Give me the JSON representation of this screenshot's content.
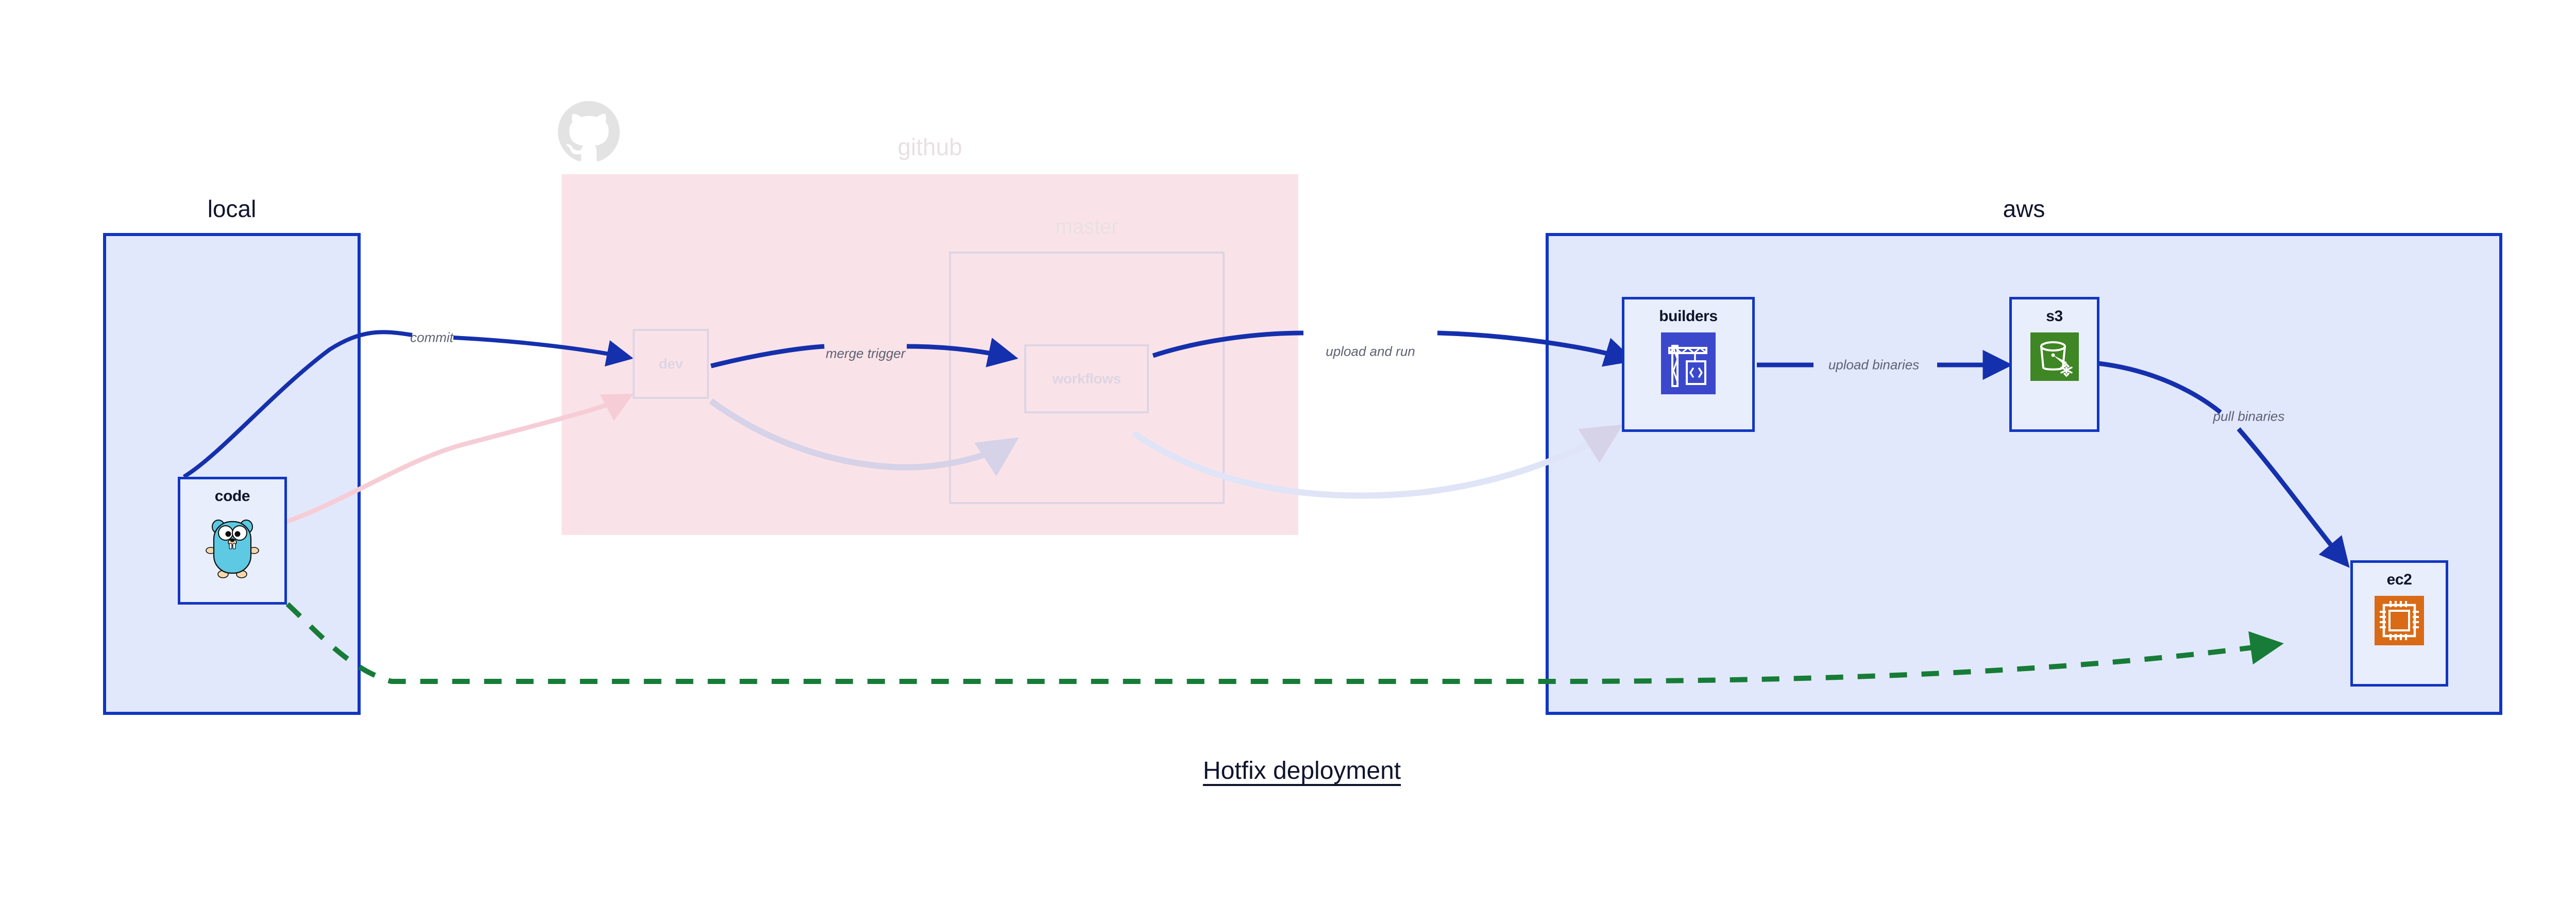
{
  "title": "Hotfix deployment",
  "colors": {
    "group_border": "#1136c2",
    "group_fill": "#e2e8fb",
    "dim_group_fill": "#fae3e8",
    "edge": "#1530ad",
    "edge_label": "#5d6272",
    "hotfix_edge": "#167c37",
    "builders_icon_bg": "#3b48cc",
    "s3_icon_bg": "#3f8624",
    "ec2_icon_bg": "#d96a16",
    "gopher_body": "#5dc9e2",
    "text": "#10142c"
  },
  "groups": [
    {
      "id": "local",
      "label": "local",
      "dimmed": false
    },
    {
      "id": "github",
      "label": "github",
      "dimmed": true
    },
    {
      "id": "master",
      "label": "master",
      "dimmed": true
    },
    {
      "id": "aws",
      "label": "aws",
      "dimmed": false
    }
  ],
  "nodes": [
    {
      "id": "code",
      "label": "code",
      "icon": "go-gopher-icon",
      "group": "local",
      "dimmed": false
    },
    {
      "id": "dev",
      "label": "dev",
      "icon": "none",
      "group": "github",
      "dimmed": true
    },
    {
      "id": "workflows",
      "label": "workflows",
      "icon": "none",
      "group": "master",
      "dimmed": true
    },
    {
      "id": "builders",
      "label": "builders",
      "icon": "aws-codebuild-icon",
      "group": "aws",
      "dimmed": false
    },
    {
      "id": "s3",
      "label": "s3",
      "icon": "aws-s3-glacier-icon",
      "group": "aws",
      "dimmed": false
    },
    {
      "id": "ec2",
      "label": "ec2",
      "icon": "aws-ec2-chip-icon",
      "group": "aws",
      "dimmed": false
    }
  ],
  "edges": [
    {
      "id": "commit",
      "label": "commit",
      "from": "code",
      "to": "dev",
      "style": "solid",
      "dimmed": false
    },
    {
      "id": "merge-trigger",
      "label": "merge trigger",
      "from": "dev",
      "to": "workflows",
      "style": "solid",
      "dimmed": false
    },
    {
      "id": "upload-and-run",
      "label": "upload and run",
      "from": "workflows",
      "to": "builders",
      "style": "solid",
      "dimmed": false
    },
    {
      "id": "upload-binaries",
      "label": "upload binaries",
      "from": "builders",
      "to": "s3",
      "style": "solid",
      "dimmed": false
    },
    {
      "id": "pull-binaries",
      "label": "pull binaries",
      "from": "s3",
      "to": "ec2",
      "style": "solid",
      "dimmed": false
    },
    {
      "id": "hotfix-direct",
      "label": "",
      "from": "code",
      "to": "ec2",
      "style": "dashed",
      "dimmed": false
    },
    {
      "id": "faded-to-dev",
      "label": "",
      "from": "code",
      "to": "dev",
      "style": "solid",
      "dimmed": true
    },
    {
      "id": "faded-to-workflows",
      "label": "",
      "from": "dev",
      "to": "workflows",
      "style": "solid",
      "dimmed": true
    },
    {
      "id": "faded-to-builders",
      "label": "",
      "from": "workflows",
      "to": "builders",
      "style": "solid",
      "dimmed": true
    }
  ],
  "icons": {
    "github_logo": "github-octocat-icon"
  }
}
